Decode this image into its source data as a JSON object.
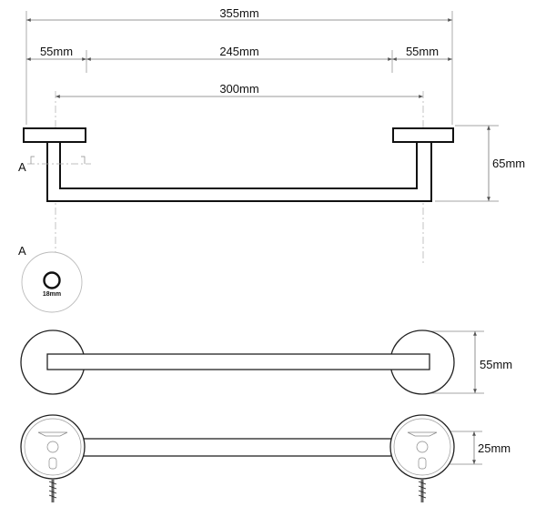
{
  "dimensions": {
    "overall_width": "355mm",
    "rose_width_left": "55mm",
    "bar_span": "245mm",
    "rose_width_right": "55mm",
    "center_distance": "300mm",
    "projection": "65mm",
    "rose_diameter": "55mm",
    "bar_height": "25mm"
  },
  "section": {
    "label": "A",
    "marker_label": "A",
    "tube_diameter": "18mm"
  },
  "colors": {
    "line": "#111111",
    "dimension": "#777777",
    "background": "#ffffff"
  }
}
